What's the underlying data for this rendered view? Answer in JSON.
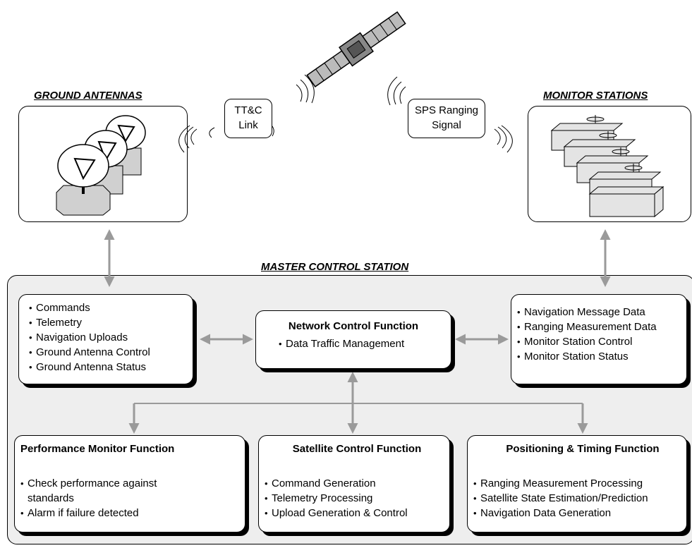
{
  "headings": {
    "ground_antennas": "GROUND ANTENNAS",
    "monitor_stations": "MONITOR STATIONS",
    "master_control_station": "MASTER CONTROL STATION"
  },
  "links": {
    "ttc": [
      "TT&C",
      "Link"
    ],
    "sps": [
      "SPS Ranging",
      "Signal"
    ]
  },
  "ground_box": {
    "items": [
      "Commands",
      "Telemetry",
      "Navigation Uploads",
      "Ground Antenna Control",
      "Ground Antenna Status"
    ]
  },
  "network_box": {
    "title": "Network Control Function",
    "items": [
      "Data Traffic Management"
    ]
  },
  "monitor_box": {
    "items": [
      "Navigation Message Data",
      "Ranging Measurement Data",
      "Monitor Station Control",
      "Monitor Station Status"
    ]
  },
  "performance_box": {
    "title": "Performance Monitor Function",
    "items": [
      "Check performance against",
      "standards",
      "Alarm if failure detected"
    ]
  },
  "satellite_box": {
    "title": "Satellite Control Function",
    "items": [
      "Command Generation",
      "Telemetry Processing",
      "Upload Generation & Control"
    ]
  },
  "positioning_box": {
    "title": "Positioning & Timing Function",
    "items": [
      "Ranging Measurement Processing",
      "Satellite State Estimation/Prediction",
      "Navigation Data Generation"
    ]
  },
  "colors": {
    "arrow_gray": "#9a9a9a",
    "panel_gray": "#eeeeee",
    "equipment_gray": "#d0d0d0"
  }
}
